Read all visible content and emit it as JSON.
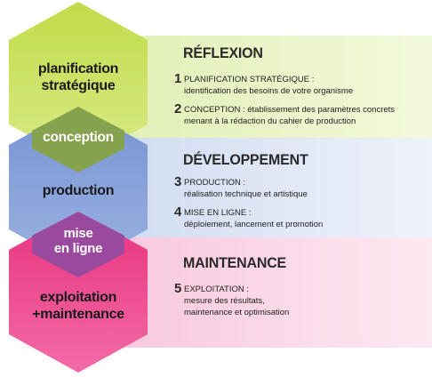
{
  "colors": {
    "green_band": "#eaf4c4",
    "blue_band": "#dde6f5",
    "pink_band": "#fbd9e8",
    "green_hex": "#c9e05a",
    "green_hex_light": "#e3ef9c",
    "blue_hex": "#7f9cd6",
    "blue_hex_light": "#b8c8ec",
    "pink_hex": "#ec3f8a",
    "pink_hex_light": "#f59cc3",
    "olive_hex": "#8aa552",
    "purple_hex": "#9a4b9c"
  },
  "hexagons": {
    "planification": "planification\nstratégique",
    "conception": "conception",
    "production": "production",
    "mise_en_ligne": "mise\nen ligne",
    "exploitation": "exploitation\n+maintenance"
  },
  "sections": {
    "reflexion": {
      "title": "RÉFLEXION",
      "items": [
        {
          "num": "1",
          "head": "PLANIFICATION STRATÉGIQUE :",
          "desc": "identification des besoins de votre organisme"
        },
        {
          "num": "2",
          "head": "CONCEPTION : établissement des paramètres concrets",
          "desc": "menant à la rédaction du cahier de production"
        }
      ]
    },
    "developpement": {
      "title": "DÉVELOPPEMENT",
      "items": [
        {
          "num": "3",
          "head": "PRODUCTION :",
          "desc": "réalisation technique et artistique"
        },
        {
          "num": "4",
          "head": "MISE EN LIGNE :",
          "desc": "déploiement, lancement et promotion"
        }
      ]
    },
    "maintenance": {
      "title": "MAINTENANCE",
      "items": [
        {
          "num": "5",
          "head": "EXPLOITATION :",
          "desc": "mesure des résultats,\nmaintenance et optimisation"
        }
      ]
    }
  }
}
